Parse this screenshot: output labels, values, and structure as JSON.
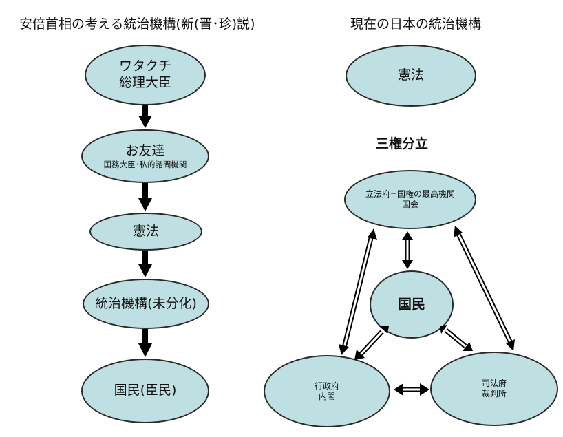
{
  "left": {
    "title": "安倍首相の考える統治機構(新(晋･珍)説)",
    "nodes": {
      "watakuchi": {
        "line1": "ワタクチ",
        "line2": "総理大臣"
      },
      "otomodachi": {
        "line1": "お友達",
        "line2": "国務大臣･私的諮問機関"
      },
      "kenpo": {
        "line1": "憲法"
      },
      "tochi": {
        "line1": "統治機構(未分化)"
      },
      "kokumin": {
        "line1": "国民(臣民)"
      }
    }
  },
  "right": {
    "title": "現在の日本の統治機構",
    "kenpo": {
      "line1": "憲法"
    },
    "heading": "三権分立",
    "nodes": {
      "rippo": {
        "line1": "立法府=国権の最高機関",
        "line2": "国会"
      },
      "kokumin": {
        "line1": "国民"
      },
      "gyosei": {
        "line1": "行政府",
        "line2": "内閣"
      },
      "shiho": {
        "line1": "司法府",
        "line2": "裁判所"
      }
    }
  },
  "colors": {
    "node_fill": "#bfe0e2",
    "node_border": "#2a2a2a",
    "arrow": "#000000"
  }
}
